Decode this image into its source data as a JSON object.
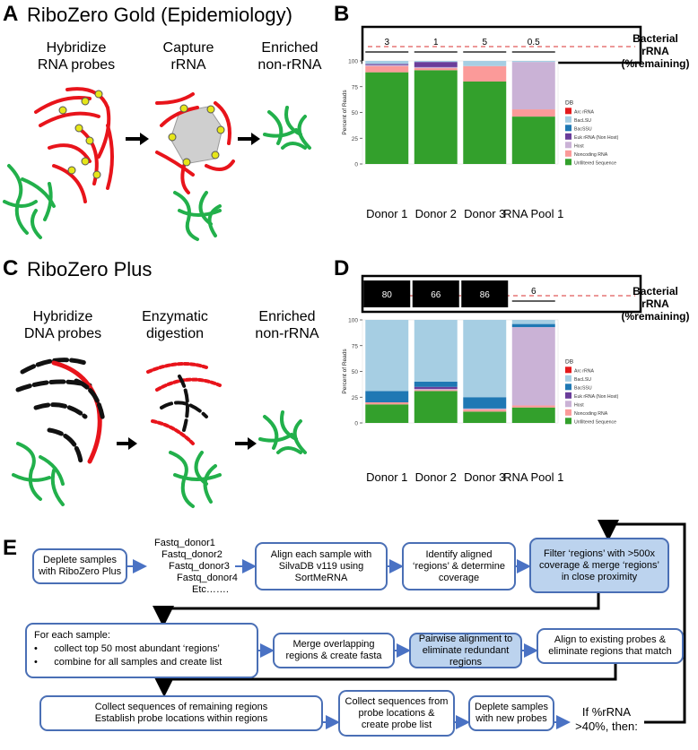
{
  "panelA": {
    "letter": "A",
    "title": "RiboZero Gold (Epidemiology)",
    "steps": [
      {
        "line1": "Hybridize",
        "line2": "RNA probes"
      },
      {
        "line1": "Capture",
        "line2": "rRNA"
      },
      {
        "line1": "Enriched",
        "line2": "non-rRNA"
      }
    ]
  },
  "panelC": {
    "letter": "C",
    "title": "RiboZero Plus",
    "steps": [
      {
        "line1": "Hybridize",
        "line2": "DNA probes"
      },
      {
        "line1": "Enzymatic",
        "line2": "digestion"
      },
      {
        "line1": "Enriched",
        "line2": "non-rRNA"
      }
    ]
  },
  "panelB": {
    "letter": "B",
    "bacterial_label": [
      "Bacterial",
      "rRNA",
      "(%remaining)"
    ]
  },
  "panelD": {
    "letter": "D",
    "bacterial_label": [
      "Bacterial",
      "rRNA",
      "(%remaining)"
    ]
  },
  "colors": {
    "arc_rrna": "#e41a1c",
    "bac_lsu": "#a6cee3",
    "bac_ssu": "#1f78b4",
    "euk_rrna": "#6a3d9a",
    "host": "#cab2d6",
    "noncoding": "#fb9a99",
    "unfiltered": "#33a02c",
    "flow_border": "#4a6fb5",
    "flow_fill": "#bcd3ee",
    "arrow": "#4a72c4",
    "probe_red": "#e8141b",
    "rna_green": "#22b04b",
    "bead_yellow": "#e6e619"
  },
  "chart_data": [
    {
      "type": "bar",
      "stacked": true,
      "panel": "B",
      "categories": [
        "Donor 1",
        "Donor 2",
        "Donor 3",
        "RNA Pool 1"
      ],
      "ylabel": "Percent of Reads",
      "ylim": [
        0,
        100
      ],
      "yticks": [
        "0",
        "25",
        "50",
        "75",
        "100"
      ],
      "legend_title": "DB",
      "legend_position": "right",
      "series": [
        {
          "name": "Unfiltered Sequence",
          "values": [
            89,
            91,
            80,
            46
          ]
        },
        {
          "name": "Noncoding RNA",
          "values": [
            6,
            2,
            15,
            7
          ]
        },
        {
          "name": "Host",
          "values": [
            1,
            1,
            0,
            46
          ]
        },
        {
          "name": "Euk rRNA (Non Host)",
          "values": [
            1,
            5,
            0,
            0
          ]
        },
        {
          "name": "BacSSU",
          "values": [
            0,
            0,
            0,
            0
          ]
        },
        {
          "name": "BacLSU",
          "values": [
            3,
            1,
            5,
            1
          ]
        },
        {
          "name": "Arc rRNA",
          "values": [
            0,
            0,
            0,
            0
          ]
        }
      ],
      "bacterial_rrna_remaining": [
        "3",
        "1",
        "5",
        "0.5"
      ]
    },
    {
      "type": "bar",
      "stacked": true,
      "panel": "D",
      "categories": [
        "Donor 1",
        "Donor 2",
        "Donor 3",
        "RNA Pool 1"
      ],
      "ylabel": "Percent of Reads",
      "ylim": [
        0,
        100
      ],
      "yticks": [
        "0",
        "25",
        "50",
        "75",
        "100"
      ],
      "legend_title": "DB",
      "legend_position": "right",
      "series": [
        {
          "name": "Unfiltered Sequence",
          "values": [
            18,
            31,
            11,
            15
          ]
        },
        {
          "name": "Noncoding RNA",
          "values": [
            2,
            1,
            2,
            2
          ]
        },
        {
          "name": "Host",
          "values": [
            0,
            1,
            1,
            76
          ]
        },
        {
          "name": "Euk rRNA (Non Host)",
          "values": [
            0,
            2,
            0,
            0
          ]
        },
        {
          "name": "BacSSU",
          "values": [
            11,
            5,
            11,
            3
          ]
        },
        {
          "name": "BacLSU",
          "values": [
            69,
            60,
            75,
            4
          ]
        },
        {
          "name": "Arc rRNA",
          "values": [
            0,
            0,
            0,
            0
          ]
        }
      ],
      "bacterial_rrna_remaining": [
        "80",
        "66",
        "86",
        "6"
      ]
    }
  ],
  "panelE": {
    "letter": "E",
    "row1": {
      "deplete": "Deplete samples with RiboZero Plus",
      "fastq": [
        "Fastq_donor1",
        "Fastq_donor2",
        "Fastq_donor3",
        "Fastq_donor4",
        "Etc……."
      ],
      "align": "Align each sample with SilvaDB v119 using SortMeRNA",
      "identify": "Identify aligned ‘regions’ & determine coverage",
      "filter": "Filter ‘regions’ with >500x coverage & merge ‘regions’ in close proximity"
    },
    "row2": {
      "for_each": "For each sample:",
      "bullets": [
        "collect top 50 most abundant ‘regions’",
        "combine for all samples and create list"
      ],
      "merge": "Merge overlapping regions & create fasta",
      "pairwise": "Pairwise alignment to eliminate redundant regions",
      "align_existing": "Align to existing probes & eliminate regions that match"
    },
    "row3": {
      "collect_remaining_1": "Collect sequences of remaining regions",
      "collect_remaining_2": "Establish probe locations within regions",
      "collect_probe": "Collect sequences from probe locations & create probe list",
      "deplete_new": "Deplete samples with new probes",
      "if_rrna": "If %rRNA >40%, then:"
    }
  }
}
